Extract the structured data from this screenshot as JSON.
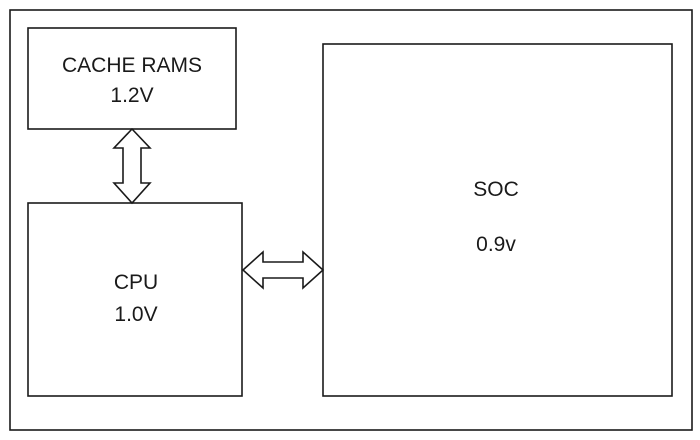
{
  "blocks": {
    "cache": {
      "name": "CACHE RAMS",
      "voltage": "1.2V"
    },
    "cpu": {
      "name": "CPU",
      "voltage": "1.0V"
    },
    "soc": {
      "name": "SOC",
      "voltage": "0.9v"
    }
  },
  "connections": [
    {
      "from": "CACHE RAMS",
      "to": "CPU",
      "style": "bidirectional-hollow-arrow"
    },
    {
      "from": "CPU",
      "to": "SOC",
      "style": "bidirectional-hollow-arrow"
    }
  ],
  "colors": {
    "stroke": "#1a1a1a",
    "background": "#ffffff"
  }
}
